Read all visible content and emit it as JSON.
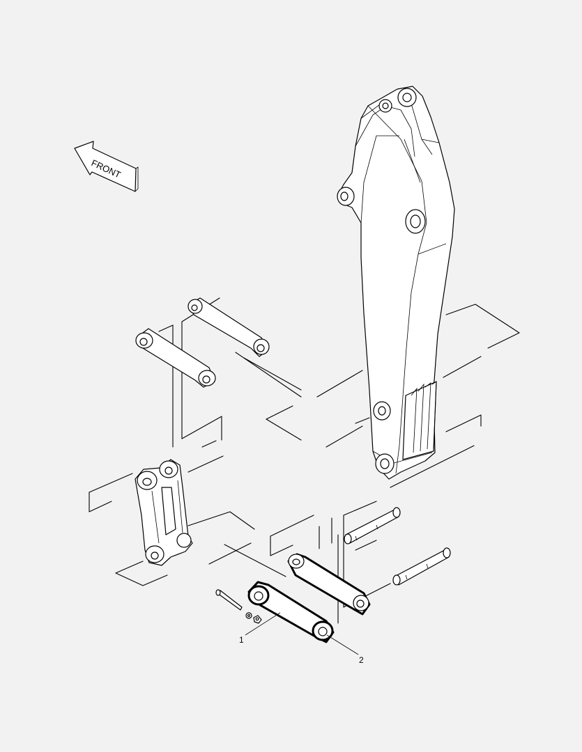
{
  "diagram": {
    "direction_label": "FRONT",
    "callouts": [
      {
        "id": "1",
        "label": "1"
      },
      {
        "id": "2",
        "label": "2"
      }
    ]
  }
}
